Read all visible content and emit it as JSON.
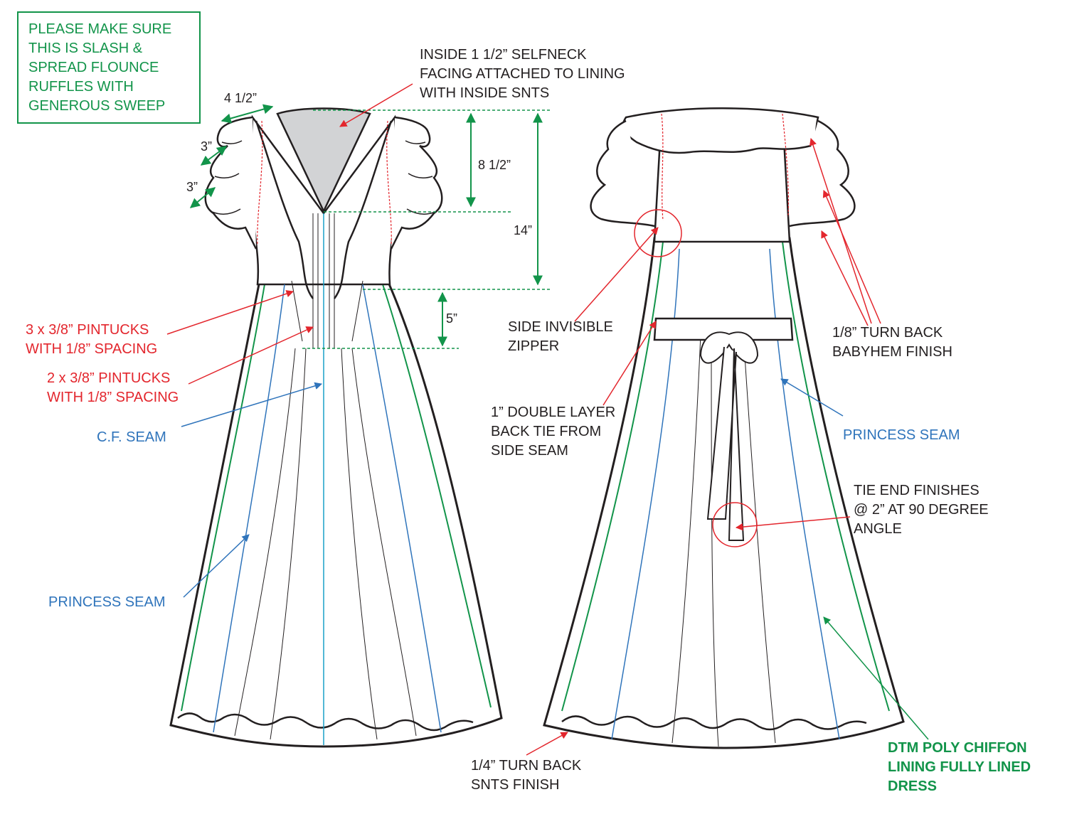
{
  "colors": {
    "outline": "#231f20",
    "annotation_red": "#e3262d",
    "annotation_blue": "#2f74bb",
    "annotation_green": "#12944a",
    "neckline_fill": "#d2d3d5",
    "cf_seam": "#1aa0c8"
  },
  "note_box": {
    "lines": [
      "PLEASE MAKE SURE",
      "THIS IS SLASH &",
      "SPREAD FLOUNCE",
      "RUFFLES WITH",
      "GENEROUS SWEEP"
    ]
  },
  "front": {
    "dims": {
      "sleeve_width": "4 1/2”",
      "ruffle_1": "3”",
      "ruffle_2": "3”",
      "neck_drop": "8 1/2”",
      "shoulder_to_waist": "14”",
      "pintuck_length": "5”"
    },
    "callouts": {
      "neck_facing": "INSIDE 1 1/2” SELFNECK\nFACING ATTACHED TO LINING\nWITH INSIDE SNTS",
      "pintucks_3": "3 x 3/8” PINTUCKS\nWITH 1/8” SPACING",
      "pintucks_2": "2 x 3/8” PINTUCKS\nWITH 1/8” SPACING",
      "cf_seam": "C.F. SEAM",
      "princess_seam": "PRINCESS SEAM"
    }
  },
  "back": {
    "callouts": {
      "side_zipper": "SIDE INVISIBLE\nZIPPER",
      "back_tie": "1” DOUBLE LAYER\nBACK TIE FROM\nSIDE SEAM",
      "turn_back_babyhem": "1/8” TURN BACK\nBABYHEM FINISH",
      "princess_seam": "PRINCESS SEAM",
      "tie_end": "TIE END FINISHES\n@ 2” AT 90 DEGREE\nANGLE",
      "hem_finish": "1/4” TURN BACK\nSNTS FINISH",
      "lining": "DTM POLY CHIFFON\nLINING FULLY LINED\nDRESS"
    }
  }
}
